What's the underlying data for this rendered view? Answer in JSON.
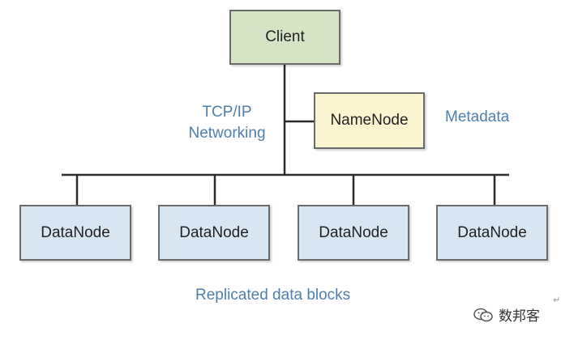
{
  "client": {
    "label": "Client"
  },
  "namenode": {
    "label": "NameNode"
  },
  "datanodes": [
    {
      "label": "DataNode"
    },
    {
      "label": "DataNode"
    },
    {
      "label": "DataNode"
    },
    {
      "label": "DataNode"
    }
  ],
  "annotations": {
    "tcp_line1": "TCP/IP",
    "tcp_line2": "Networking",
    "metadata": "Metadata",
    "replicated": "Replicated data blocks"
  },
  "watermark": {
    "text": "数邦客",
    "return_symbol": "↵"
  },
  "colors": {
    "client_fill": "#d6e4c6",
    "namenode_fill": "#fbf5cf",
    "datanode_fill": "#d8e6f1",
    "label_text": "#4f7fab",
    "line": "#2b2b2b"
  }
}
